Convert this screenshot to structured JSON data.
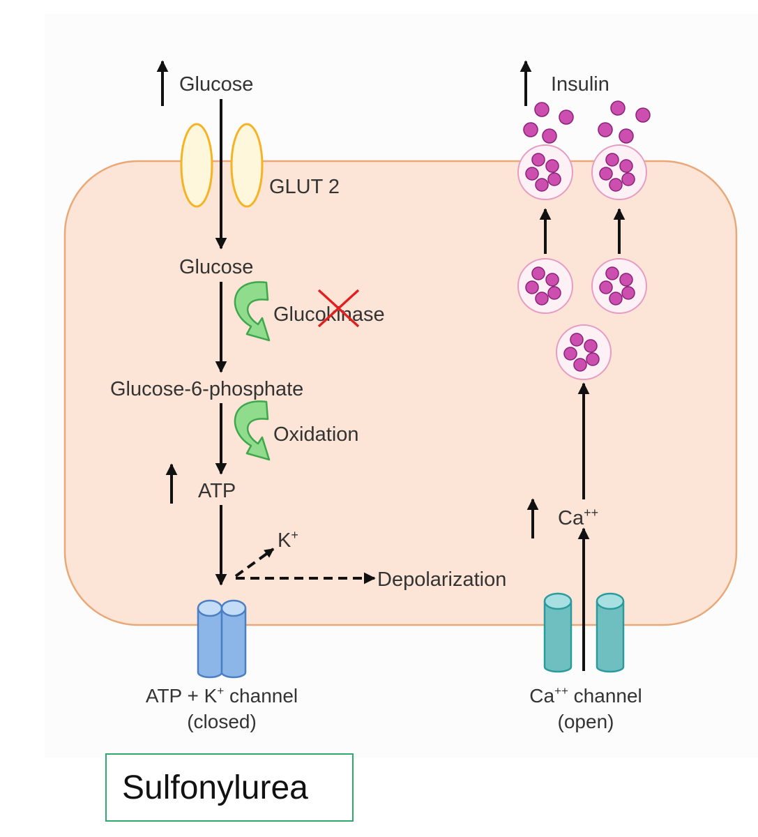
{
  "labels": {
    "glucose_top": "Glucose",
    "glut2": "GLUT 2",
    "glucose_inside": "Glucose",
    "glucokinase": "Glucokinase",
    "g6p": "Glucose-6-phosphate",
    "oxidation": "Oxidation",
    "atp": "ATP",
    "k_ion": "K",
    "k_sup": "+",
    "depolarization": "Depolarization",
    "katp_channel_name_a": "ATP + K",
    "katp_channel_sup": "+",
    "katp_channel_name_b": " channel",
    "katp_channel_state": "(closed)",
    "insulin": "Insulin",
    "ca_ion": "Ca",
    "ca_sup": "++",
    "ca_channel_name_a": "Ca",
    "ca_channel_sup": "++",
    "ca_channel_name_b": " channel",
    "ca_channel_state": "(open)"
  },
  "drug": "Sulfonylurea",
  "colors": {
    "cell_fill": "#fce4d6",
    "cell_border": "#e8a878",
    "glut2": "#f5b324",
    "green_arrow": "#5cc46a",
    "katp_channel": "#8db6e8",
    "ca_channel": "#6fbfc0",
    "insulin_vesicle": "#c0399a",
    "inhibition_x": "#e02020",
    "drug_box_border": "#2fa86b"
  }
}
